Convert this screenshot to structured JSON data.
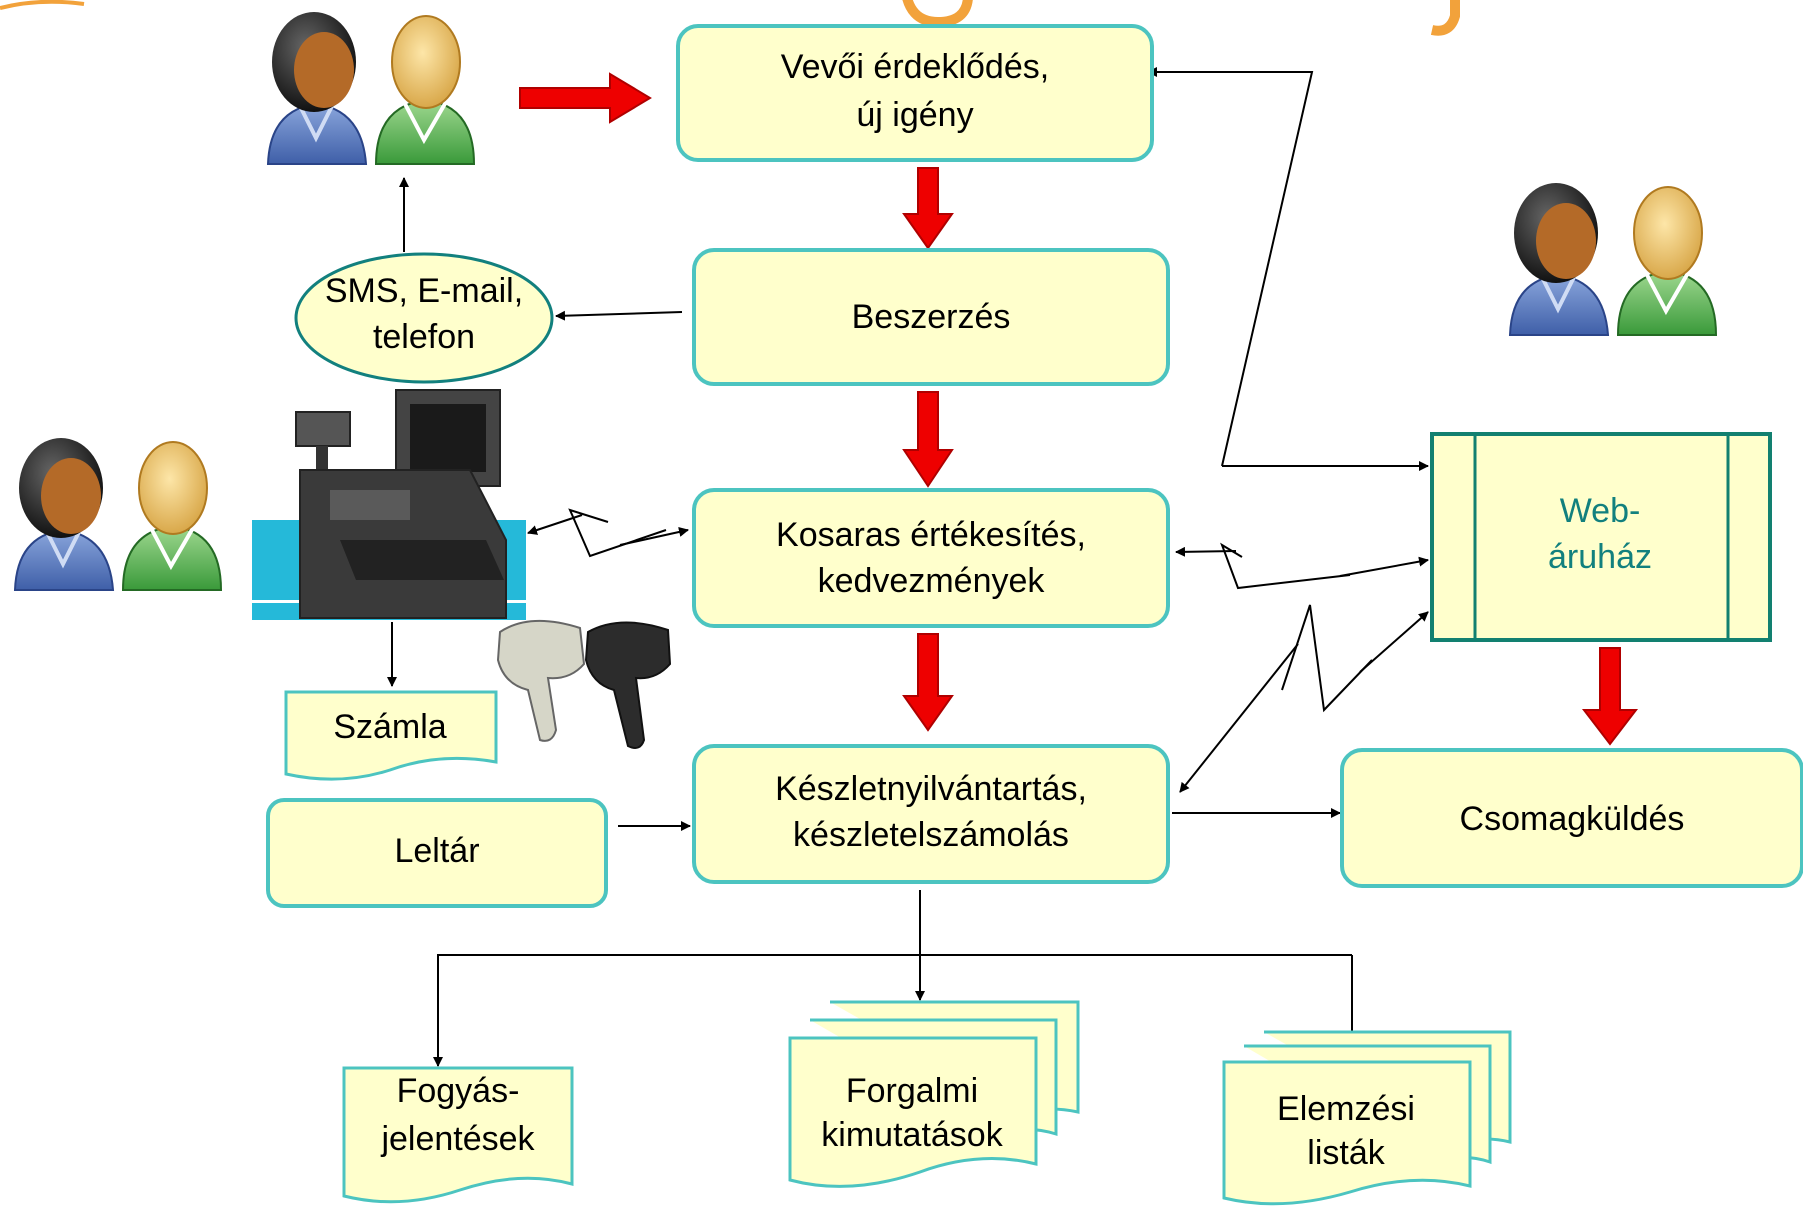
{
  "diagram": {
    "nodes": {
      "inquiry": {
        "line1": "Vevői érdeklődés,",
        "line2": "új igény"
      },
      "purchase": {
        "label": "Beszerzés"
      },
      "notify": {
        "line1": "SMS, E-mail,",
        "line2": "telefon"
      },
      "sales": {
        "line1": "Kosaras értékesítés,",
        "line2": "kedvezmények"
      },
      "webshop": {
        "line1": "Web-",
        "line2": "áruház"
      },
      "invoice": {
        "label": "Számla"
      },
      "inventory": {
        "line1": "Készletnyilvántartás,",
        "line2": "készletelszámolás"
      },
      "stocktake": {
        "label": "Leltár"
      },
      "shipping": {
        "label": "Csomagküldés"
      },
      "report1": {
        "line1": "Fogyás-",
        "line2": "jelentések"
      },
      "report2": {
        "line1": "Forgalmi",
        "line2": "kimutatások"
      },
      "report3": {
        "line1": "Elemzési",
        "line2": "listák"
      }
    },
    "colors": {
      "box_fill": "#ffffcc",
      "box_border": "#4cc4c0",
      "webshop_border": "#128070",
      "webshop_text": "#12807e",
      "flow_arrow": "#ee0000",
      "connector": "#000000"
    },
    "icons": [
      "people-icon",
      "pos-terminal-icon",
      "barcode-scanner-icon"
    ]
  }
}
